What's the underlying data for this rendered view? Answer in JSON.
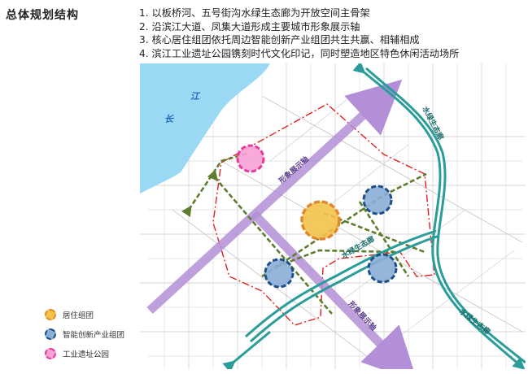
{
  "title": "总体规划结构",
  "notes": [
    "1.  以板桥河、五号街沟水绿生态廊为开放空间主骨架",
    "2.  沿滨江大道、凤集大道形成主要城市形象展示轴",
    "3.  核心居住组团依托周边智能创新产业组团共生共赢、相辅相成",
    "4.  滨江工业遗址公园镌刻时代文化印记，同时塑造地区特色休闲活动场所"
  ],
  "map": {
    "river_chars": [
      "长",
      "江"
    ],
    "axis_labels": [
      "形象展示轴",
      "形象展示轴"
    ],
    "corridor_labels": [
      "水绿生态廊",
      "水绿生态廊",
      "水绿生态廊"
    ]
  },
  "legend": [
    {
      "label": "居住组团",
      "color": "#f2c24a"
    },
    {
      "label": "智能创新产业组团",
      "color": "#8aaed6"
    },
    {
      "label": "工业遗址公园",
      "color": "#f7a2d6"
    }
  ],
  "colors": {
    "river": "#9ad8f4",
    "axis": "#b28fd6",
    "corridor": "#2a9d9a",
    "green_link": "#5e7d2e",
    "boundary": "#e02020"
  }
}
